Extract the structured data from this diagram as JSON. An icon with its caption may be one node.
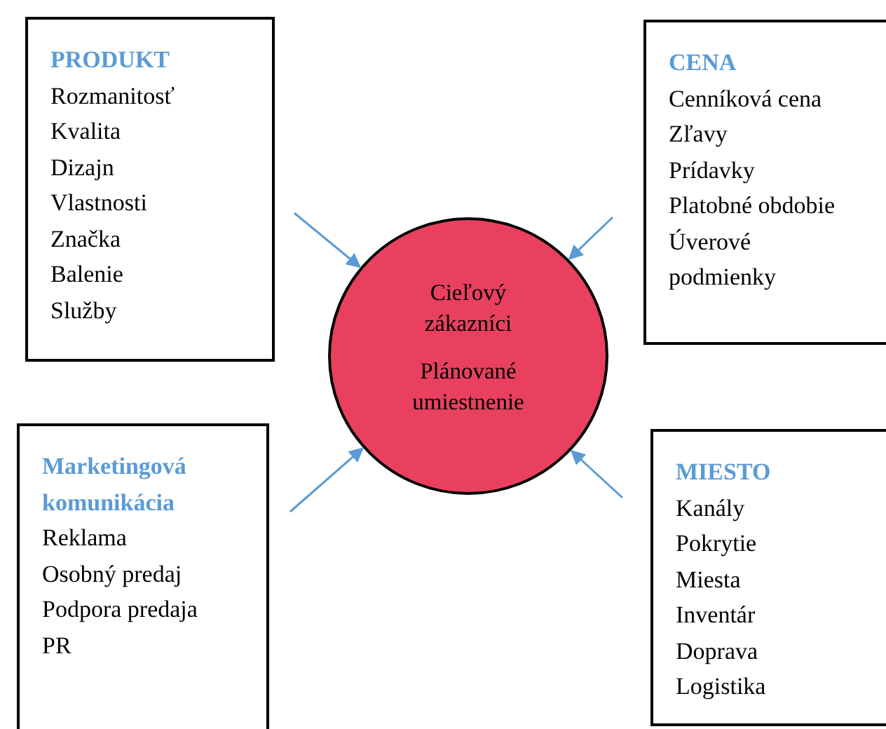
{
  "diagram": {
    "nodes": [
      {
        "text": [
          "PRODUKT",
          "Rozmanitosť",
          "Kvalita",
          "Dizajn",
          "Vlastnosti",
          "Značka",
          "Balenie",
          "Služby"
        ]
      },
      {
        "text": [
          "CENA",
          "Cenníková cena",
          "Zľavy",
          "Prídavky",
          "Platobné obdobie",
          "Úverové podmienky"
        ]
      },
      {
        "text": [
          "Cieľový zákazníci",
          "Plánované umiestnenie"
        ]
      },
      {
        "text": [
          "Marketingová komunikácia",
          "Reklama",
          "Osobný predaj",
          "Podpora predaja",
          "PR"
        ]
      },
      {
        "text": [
          "MIESTO",
          "Kanály",
          "Pokrytie",
          "Miesta",
          "Inventár",
          "Doprava",
          "Logistika"
        ]
      }
    ],
    "edges": [
      {
        "from": null,
        "to": 2,
        "arrow": "to"
      },
      {
        "from": null,
        "to": 2,
        "arrow": "to"
      },
      {
        "from": null,
        "to": 2,
        "arrow": "to"
      },
      {
        "from": null,
        "to": 2,
        "arrow": "to"
      }
    ]
  }
}
